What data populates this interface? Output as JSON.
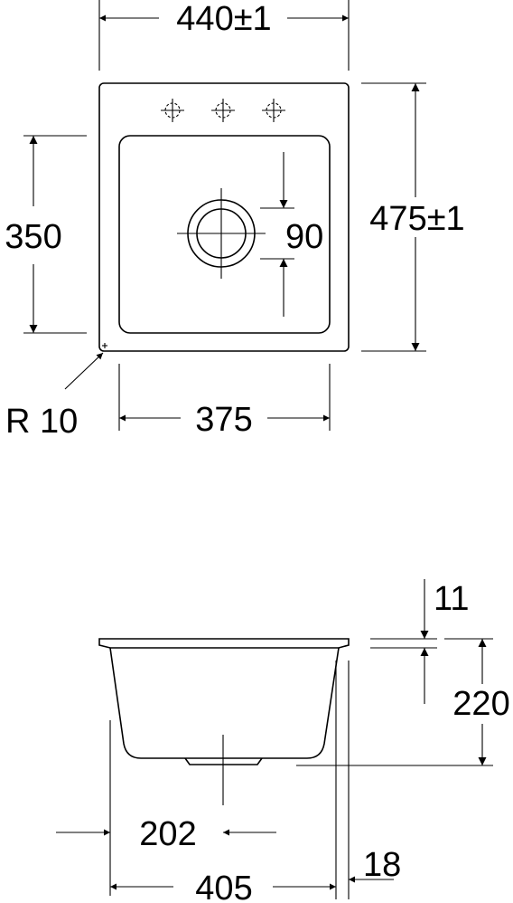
{
  "top_view": {
    "overall_width": "440±1",
    "overall_depth": "475±1",
    "bowl_depth": "350",
    "bowl_width": "375",
    "drain_diameter": "90",
    "corner_radius": "R 10"
  },
  "side_view": {
    "rim_thickness": "11",
    "bowl_height": "220",
    "drain_offset": "202",
    "bowl_outer_width": "405",
    "wall_thickness": "18"
  }
}
